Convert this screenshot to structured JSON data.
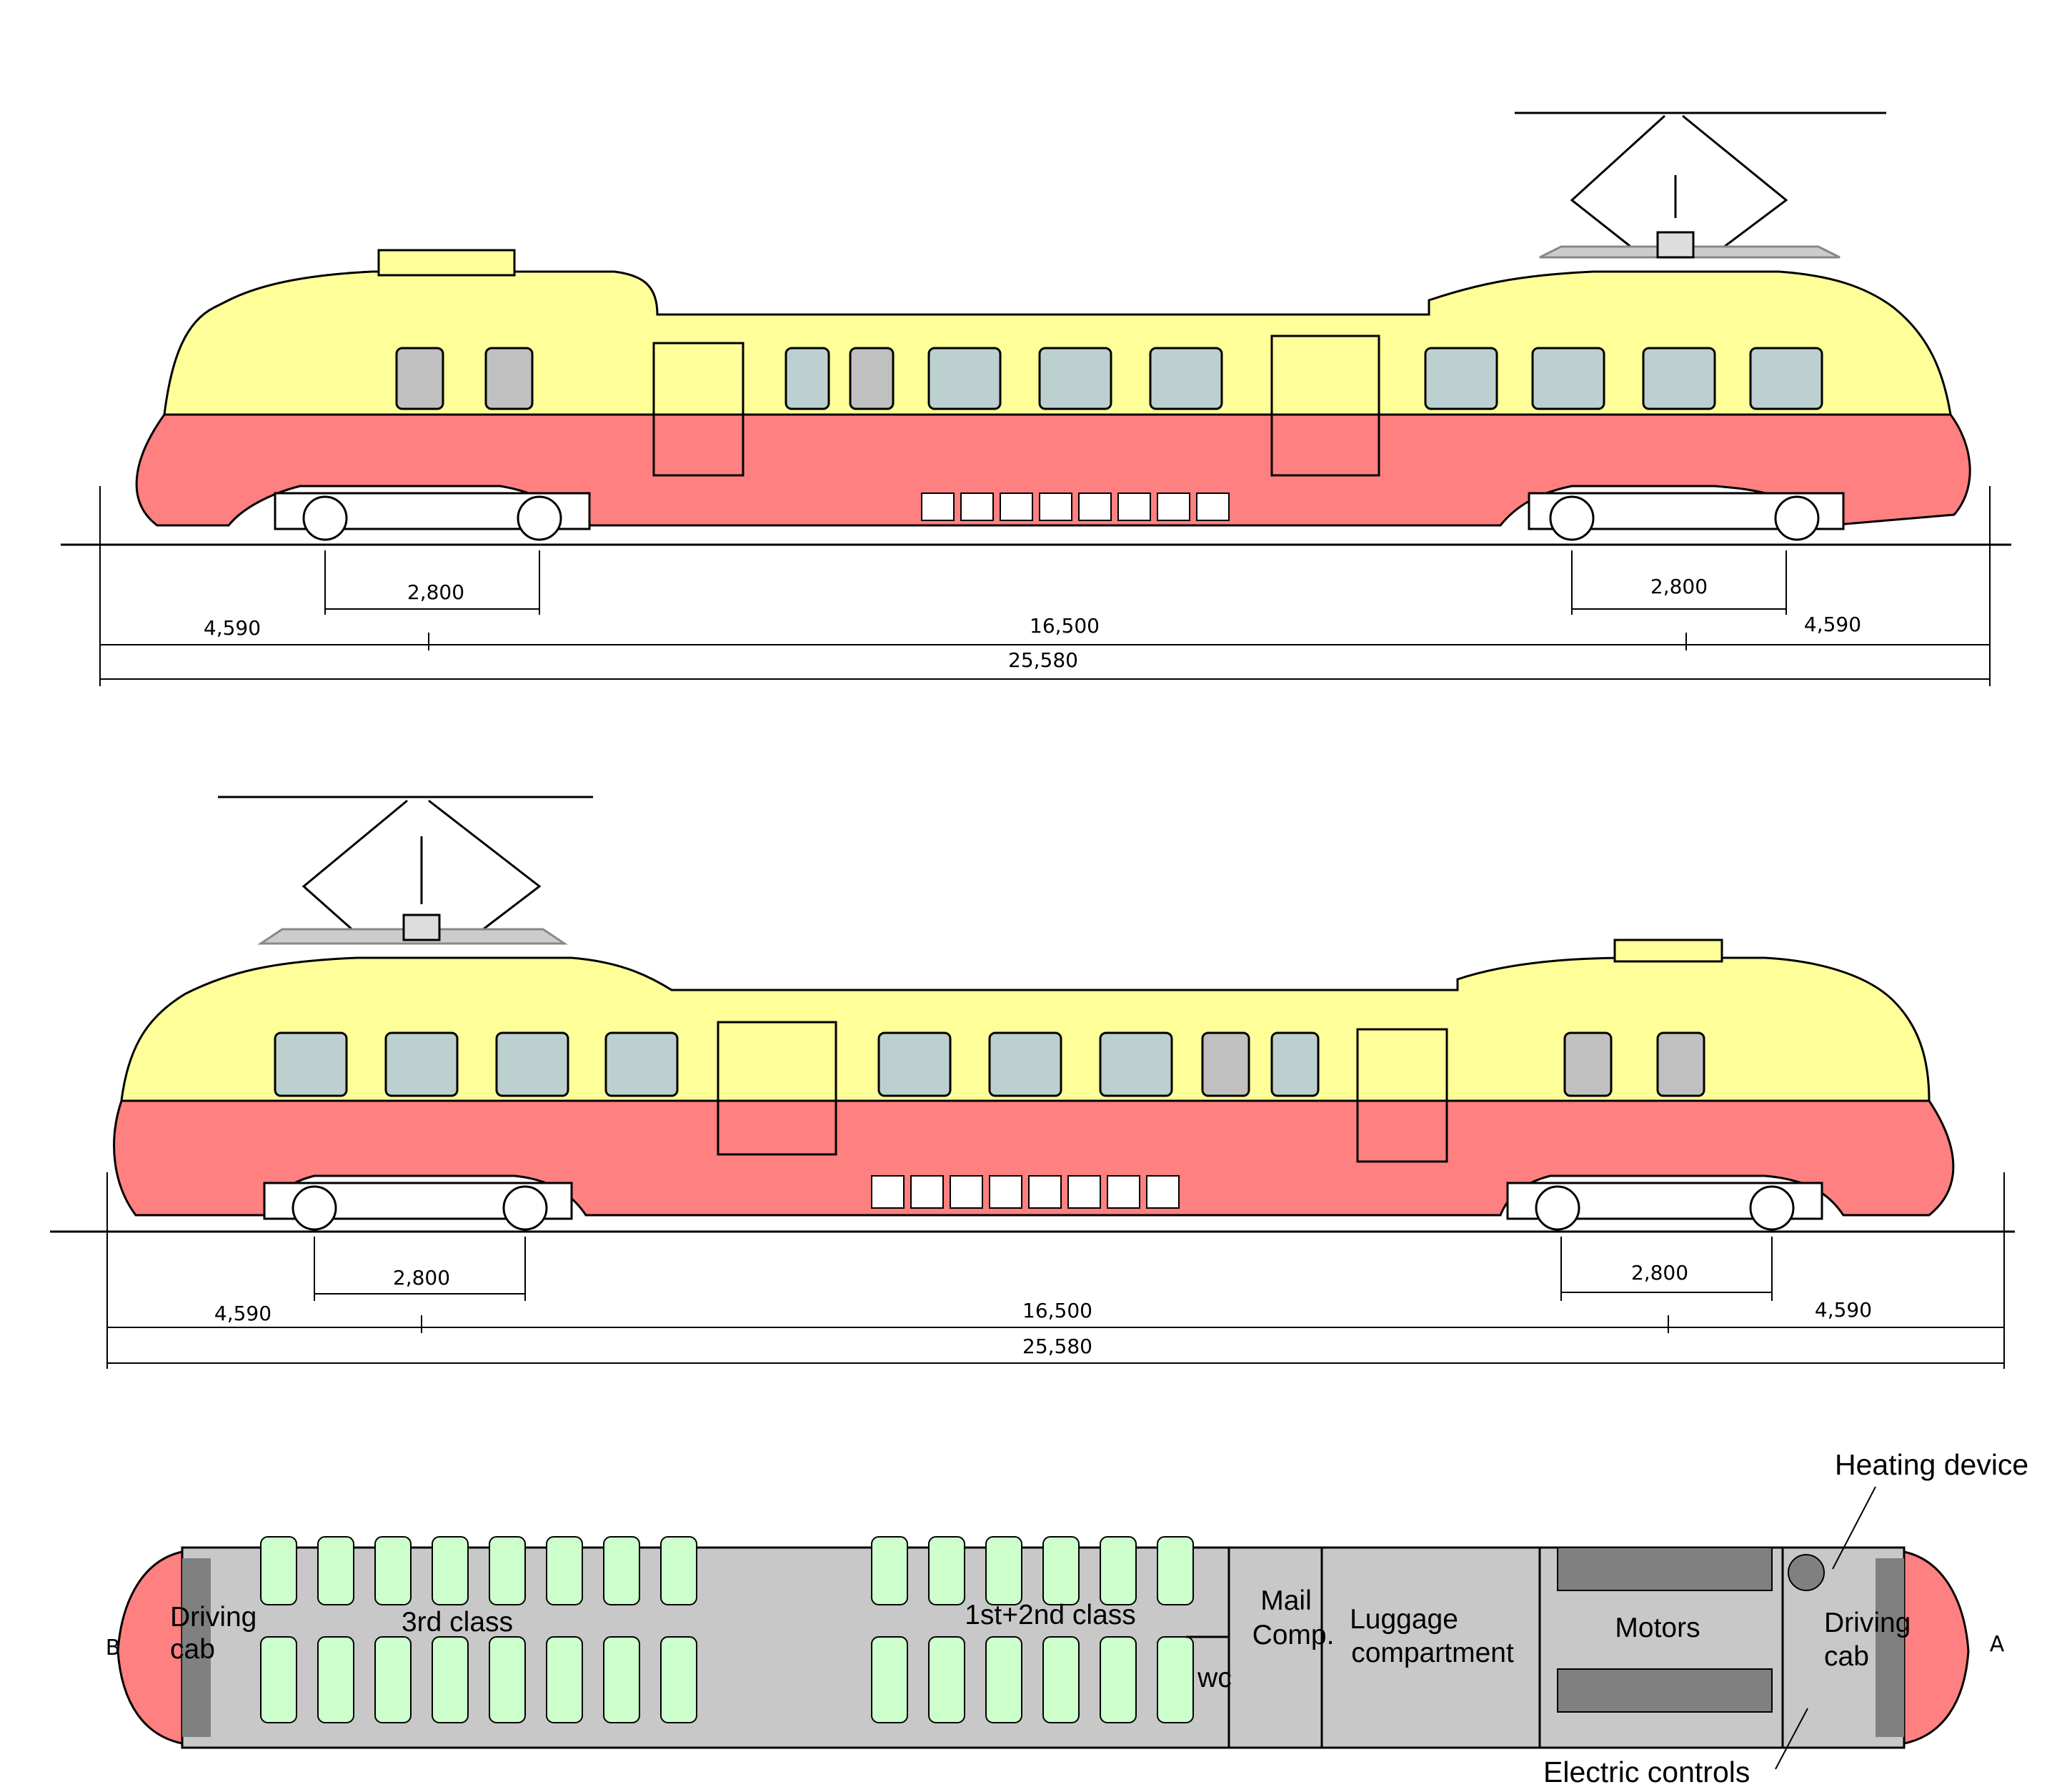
{
  "colors": {
    "upper_body": "#FFFF99",
    "lower_body": "#FF8080",
    "window": "#BCD0CF",
    "dark_window": "#C0C0C0",
    "floor": "#C8C8C8",
    "seat": "#CCFFCC",
    "line": "#000000"
  },
  "elevation_top": {
    "dims": {
      "bogie_left": "2,800",
      "bogie_right": "2,800",
      "overhang_left": "4,590",
      "centres": "16,500",
      "overhang_right": "4,590",
      "overall": "25,580"
    }
  },
  "elevation_bottom": {
    "dims": {
      "bogie_left": "2,800",
      "bogie_right": "2,800",
      "overhang_left": "4,590",
      "centres": "16,500",
      "overhang_right": "4,590",
      "overall": "25,580"
    }
  },
  "plan": {
    "end_left": "B",
    "end_right": "A",
    "rooms": {
      "driving_cab_left_1": "Driving",
      "driving_cab_left_2": "cab",
      "third_class": "3rd class",
      "first_second_class": "1st+2nd class",
      "wc": "wc",
      "mail_1": "Mail",
      "mail_2": "Comp.",
      "luggage_1": "Luggage",
      "luggage_2": "compartment",
      "motors": "Motors",
      "driving_cab_right_1": "Driving",
      "driving_cab_right_2": "cab"
    },
    "callouts": {
      "heating": "Heating device",
      "electric": "Electric controls"
    }
  }
}
